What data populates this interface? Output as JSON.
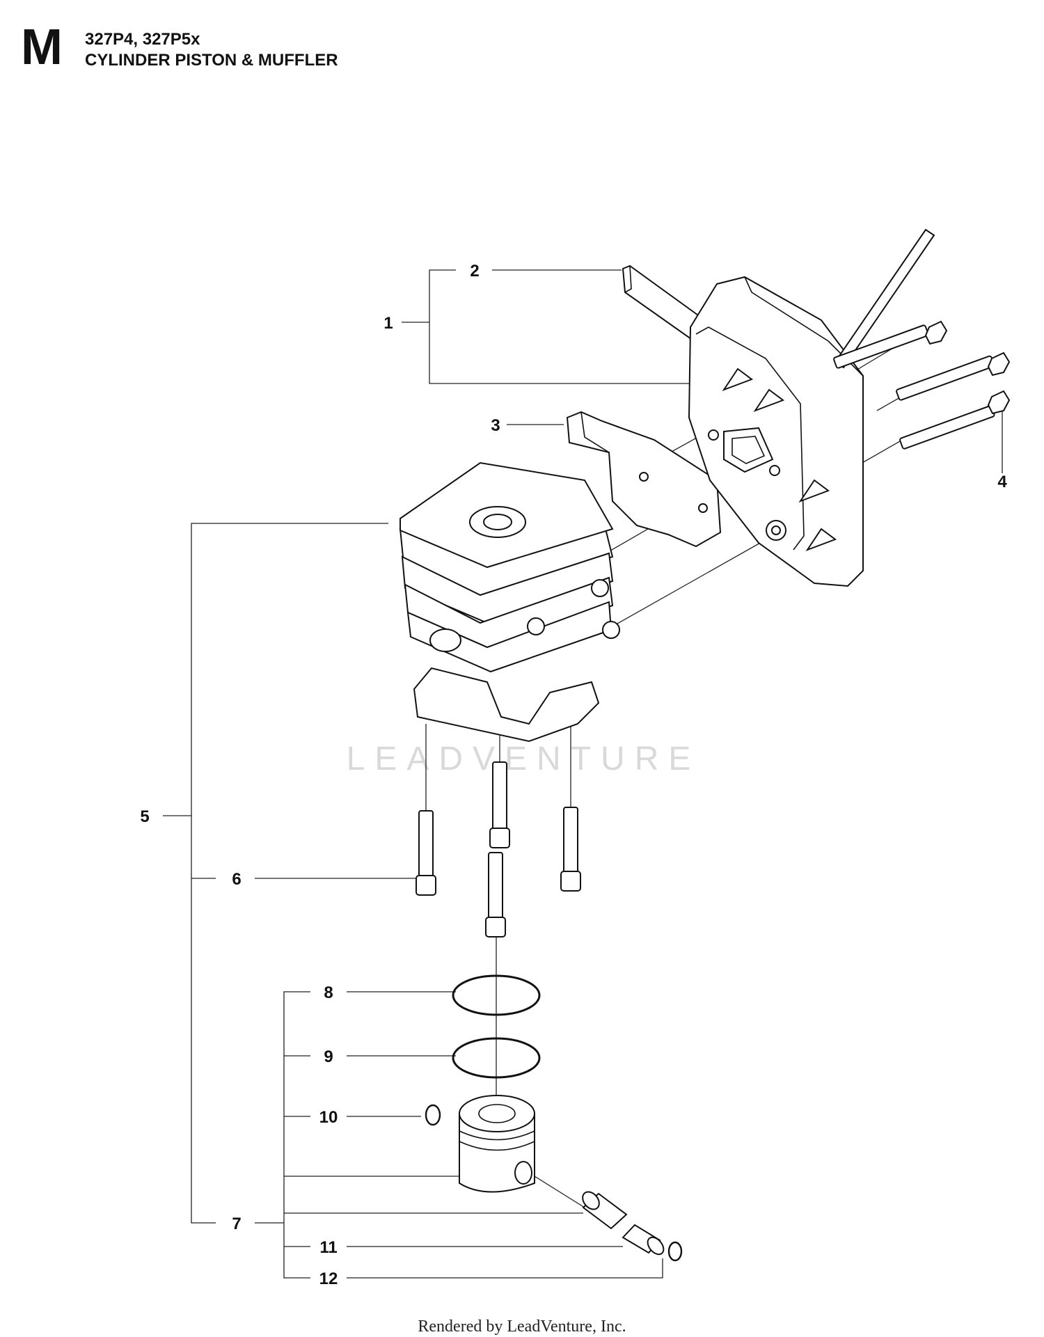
{
  "header": {
    "section_letter": "M",
    "models": "327P4, 327P5x",
    "title": "CYLINDER PISTON & MUFFLER"
  },
  "callouts": [
    "1",
    "2",
    "3",
    "4",
    "5",
    "6",
    "7",
    "8",
    "9",
    "10",
    "11",
    "12"
  ],
  "watermark": "LEADVENTURE",
  "footer": "Rendered by LeadVenture, Inc."
}
